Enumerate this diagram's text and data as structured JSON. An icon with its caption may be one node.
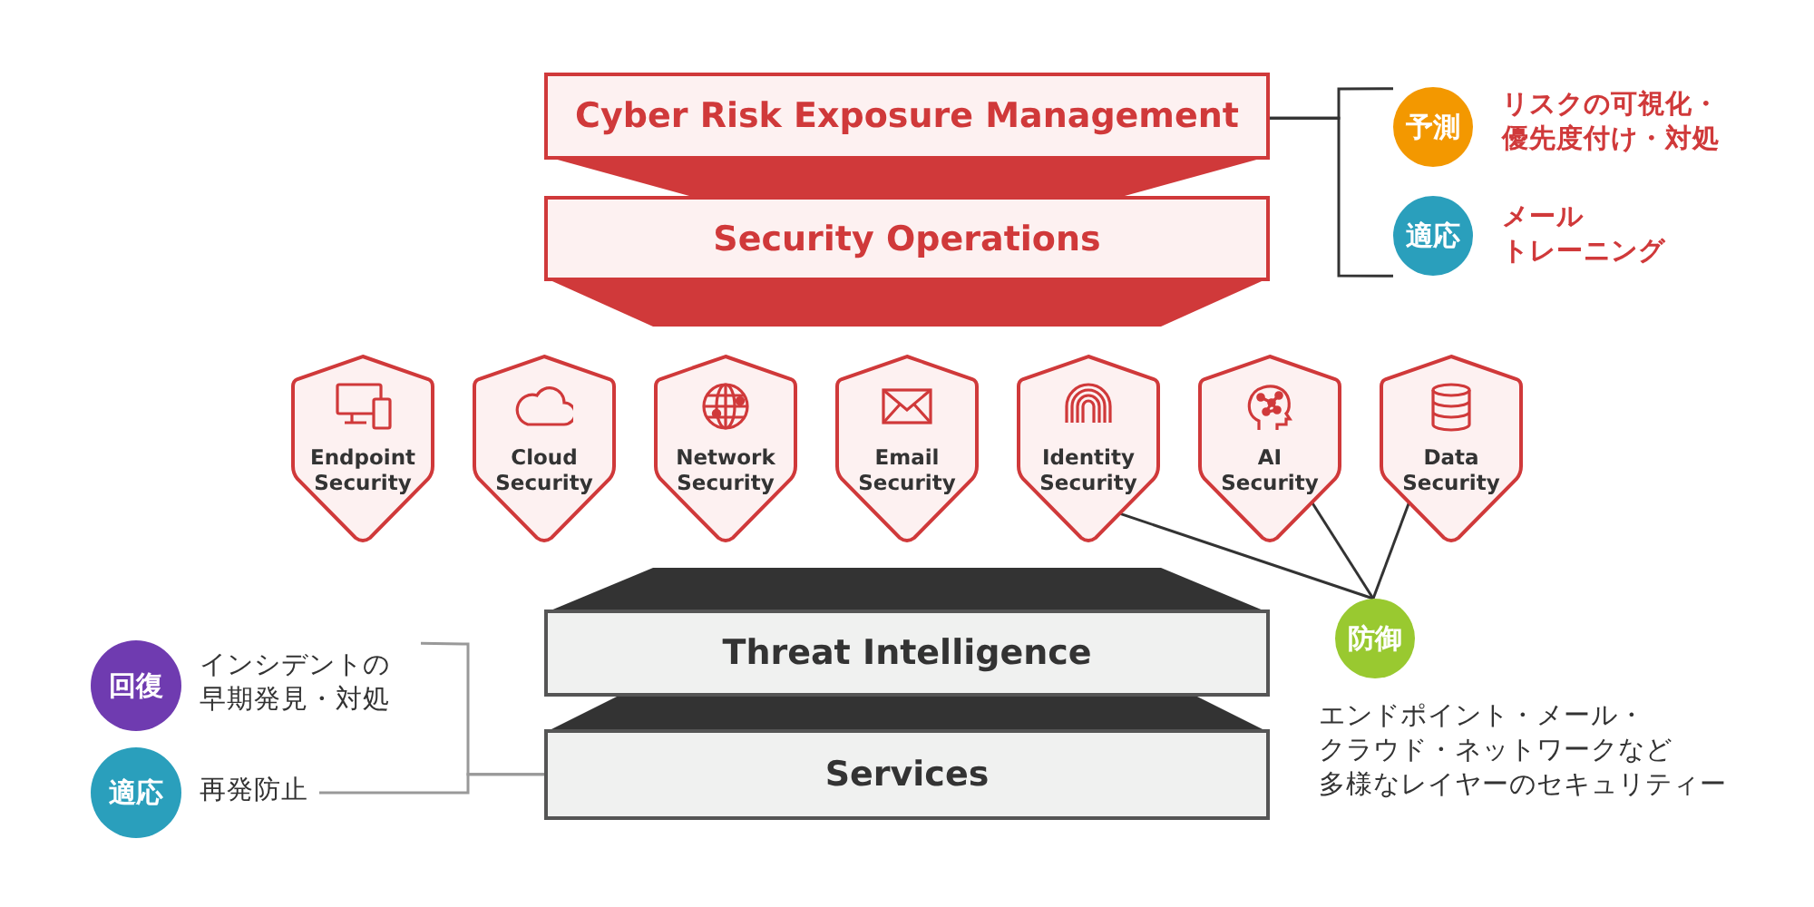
{
  "diagram": {
    "nodes": [
      {
        "text": [
          "Cyber Risk Exposure Management"
        ]
      },
      {
        "text": [
          "Security Operations"
        ]
      },
      {
        "text": [
          "Endpoint Security"
        ]
      },
      {
        "text": [
          "Cloud Security"
        ]
      },
      {
        "text": [
          "Network Security"
        ]
      },
      {
        "text": [
          "Email Security"
        ]
      },
      {
        "text": [
          "Identity Security"
        ]
      },
      {
        "text": [
          "AI Security"
        ]
      },
      {
        "text": [
          "Data Security"
        ]
      },
      {
        "text": [
          "Threat Intelligence"
        ]
      },
      {
        "text": [
          "Services"
        ]
      },
      {
        "text": [
          "予測"
        ],
        "beside": [
          "リスクの可視化・優先度付け・対処"
        ]
      },
      {
        "text": [
          "適応"
        ],
        "beside": [
          "メールトレーニング"
        ]
      },
      {
        "text": [
          "防御"
        ],
        "beside": [
          "エンドポイント・メール・クラウド・ネットワークなど多様なレイヤーのセキュリティー"
        ]
      },
      {
        "text": [
          "回復"
        ],
        "beside": [
          "インシデントの早期発見・対処"
        ]
      },
      {
        "text": [
          "適応"
        ],
        "beside": [
          "再発防止"
        ]
      }
    ],
    "edges": [
      {
        "from": 0,
        "to": 11,
        "arrow": "none"
      },
      {
        "from": 0,
        "to": 12,
        "arrow": "none"
      },
      {
        "from": 6,
        "to": 13,
        "arrow": "none"
      },
      {
        "from": 7,
        "to": 13,
        "arrow": "none"
      },
      {
        "from": 8,
        "to": 13,
        "arrow": "none"
      },
      {
        "from": 10,
        "to": 14,
        "arrow": "none",
        "color": "#999999"
      },
      {
        "from": 10,
        "to": 15,
        "arrow": "none",
        "color": "#999999"
      }
    ]
  }
}
